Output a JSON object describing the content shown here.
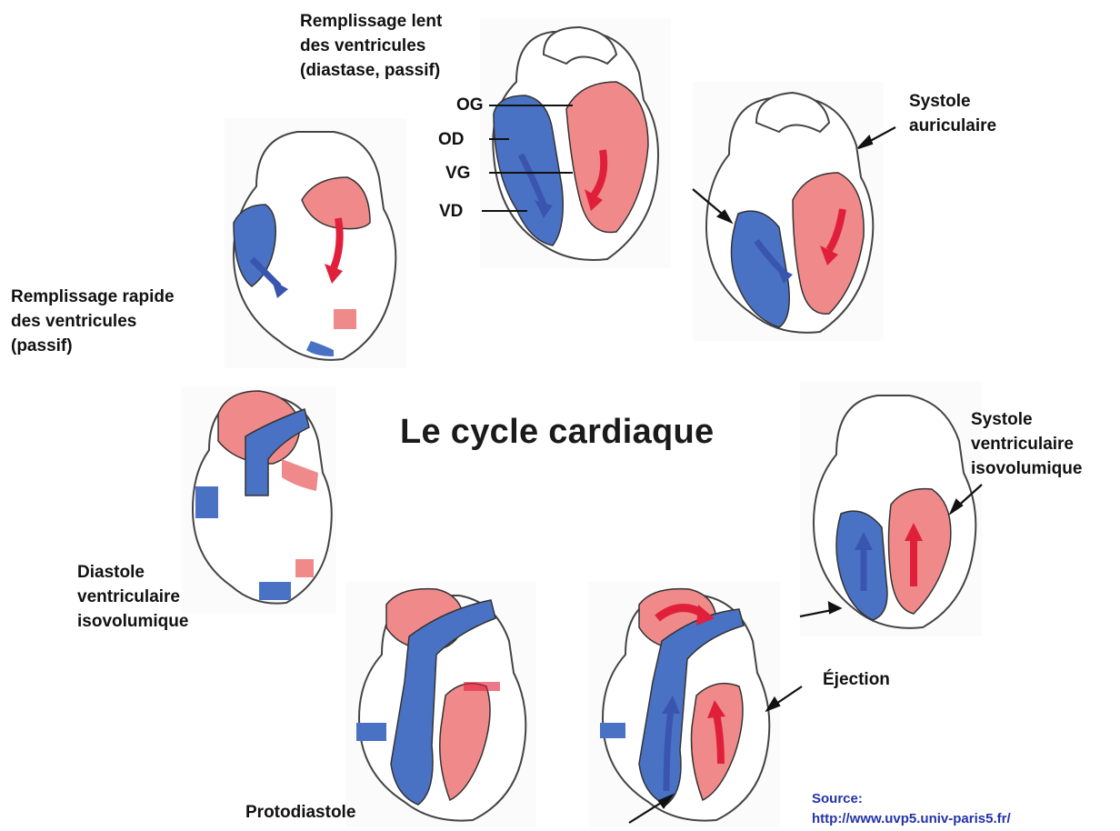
{
  "title": "Le cycle cardiaque",
  "stages": {
    "slow_fill": [
      "Remplissage lent",
      "des ventricules",
      "(diastase, passif)"
    ],
    "atrial_systole": [
      "Systole",
      "auriculaire"
    ],
    "rapid_fill": [
      "Remplissage rapide",
      "des ventricules",
      "(passif)"
    ],
    "iso_systole": [
      "Systole",
      "ventriculaire",
      "isovolumique"
    ],
    "iso_diastole": [
      "Diastole",
      "ventriculaire",
      "isovolumique"
    ],
    "ejection": "Éjection",
    "protodiastole": "Protodiastole"
  },
  "chambers": {
    "og": "OG",
    "od": "OD",
    "vg": "VG",
    "vd": "VD"
  },
  "source": {
    "label": "Source:",
    "url": "http://www.uvp5.univ-paris5.fr/"
  },
  "colors": {
    "venous_blue": "#4a72c4",
    "arterial_red": "#f08a8a",
    "arrow_red": "#e0203a",
    "arrow_blue": "#3a55b0",
    "source_text": "#2233aa"
  }
}
